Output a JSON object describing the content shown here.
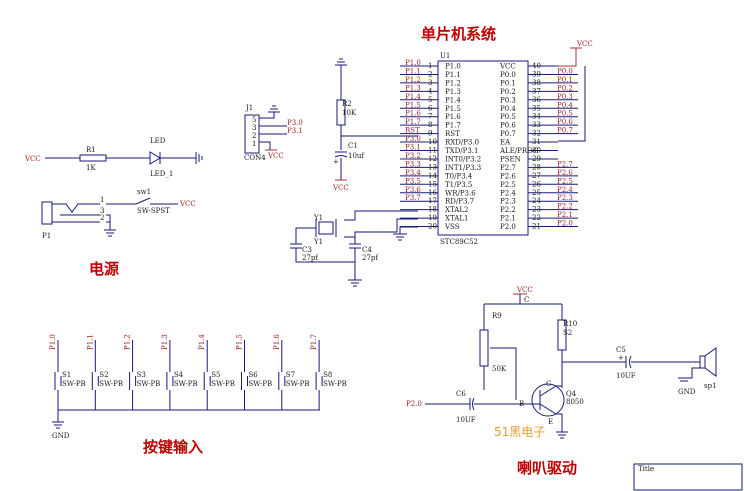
{
  "sections": {
    "mcu": "单片机系统",
    "power": "电源",
    "keys": "按键输入",
    "speaker": "喇叭驱动"
  },
  "watermark": "51黑电子",
  "labels": {
    "vcc": "VCC",
    "gnd": "GND",
    "p20": "P2.0",
    "node_b": "B",
    "node_c": "C",
    "node_e": "E"
  },
  "mcu": {
    "ref": "U1",
    "part": "STC89C52",
    "left_pins": [
      {
        "net": "P1.0",
        "num": "1",
        "name": "P1.0"
      },
      {
        "net": "P1.1",
        "num": "2",
        "name": "P1.1"
      },
      {
        "net": "P1.2",
        "num": "3",
        "name": "P1.2"
      },
      {
        "net": "P1.3",
        "num": "4",
        "name": "P1.3"
      },
      {
        "net": "P1.4",
        "num": "5",
        "name": "P1.4"
      },
      {
        "net": "P1.5",
        "num": "6",
        "name": "P1.5"
      },
      {
        "net": "P1.6",
        "num": "7",
        "name": "P1.6"
      },
      {
        "net": "P1.7",
        "num": "8",
        "name": "P1.7"
      },
      {
        "net": "RST",
        "num": "9",
        "name": "RST"
      },
      {
        "net": "P3.0",
        "num": "10",
        "name": "RXD/P3.0"
      },
      {
        "net": "P3.1",
        "num": "11",
        "name": "TXD/P3.1"
      },
      {
        "net": "P3.2",
        "num": "12",
        "name": "INT0/P3.2"
      },
      {
        "net": "P3.3",
        "num": "13",
        "name": "INT1/P3.3"
      },
      {
        "net": "P3.4",
        "num": "14",
        "name": "T0/P3.4"
      },
      {
        "net": "P3.5",
        "num": "15",
        "name": "T1/P3.5"
      },
      {
        "net": "P3.6",
        "num": "16",
        "name": "WR/P3.6"
      },
      {
        "net": "P3.7",
        "num": "17",
        "name": "RD/P3.7"
      },
      {
        "net": "",
        "num": "18",
        "name": "XTAL2"
      },
      {
        "net": "",
        "num": "19",
        "name": "XTAL1"
      },
      {
        "net": "",
        "num": "20",
        "name": "VSS"
      }
    ],
    "right_pins": [
      {
        "net": "",
        "num": "40",
        "name": "VCC"
      },
      {
        "net": "P0.0",
        "num": "39",
        "name": "P0.0"
      },
      {
        "net": "P0.1",
        "num": "38",
        "name": "P0.1"
      },
      {
        "net": "P0.2",
        "num": "37",
        "name": "P0.2"
      },
      {
        "net": "P0.3",
        "num": "36",
        "name": "P0.3"
      },
      {
        "net": "P0.4",
        "num": "35",
        "name": "P0.4"
      },
      {
        "net": "P0.5",
        "num": "34",
        "name": "P0.5"
      },
      {
        "net": "P0.6",
        "num": "33",
        "name": "P0.6"
      },
      {
        "net": "P0.7",
        "num": "32",
        "name": "P0.7"
      },
      {
        "net": "",
        "num": "31",
        "name": "EA"
      },
      {
        "net": "",
        "num": "30",
        "name": "ALE/PROG"
      },
      {
        "net": "",
        "num": "29",
        "name": "PSEN"
      },
      {
        "net": "P2.7",
        "num": "28",
        "name": "P2.7"
      },
      {
        "net": "P2.6",
        "num": "27",
        "name": "P2.6"
      },
      {
        "net": "P2.5",
        "num": "26",
        "name": "P2.5"
      },
      {
        "net": "P2.4",
        "num": "25",
        "name": "P2.4"
      },
      {
        "net": "P2.3",
        "num": "24",
        "name": "P2.3"
      },
      {
        "net": "P2.2",
        "num": "23",
        "name": "P2.2"
      },
      {
        "net": "P2.1",
        "num": "22",
        "name": "P2.1"
      },
      {
        "net": "P2.0",
        "num": "21",
        "name": "P2.0"
      }
    ]
  },
  "parts": {
    "r1": {
      "ref": "R1",
      "value": "1K"
    },
    "r2": {
      "ref": "R2",
      "value": "10K"
    },
    "c1": {
      "ref": "C1",
      "value": "10uf"
    },
    "y1": {
      "ref": "Y1"
    },
    "c3": {
      "ref": "C3",
      "value": "27pf"
    },
    "c4": {
      "ref": "C4",
      "value": "27pf"
    },
    "j1": {
      "ref": "J1",
      "value": "CON4",
      "pin3": "P3.0",
      "pin2": "P3.1"
    },
    "led": {
      "ref": "LED",
      "value": "LED_1"
    },
    "sw1": {
      "ref": "sw1",
      "value": "SW-SPST"
    },
    "p1": {
      "ref": "P1"
    },
    "r9": {
      "ref": "R9",
      "value": "50K"
    },
    "r10": {
      "ref": "R10",
      "value": "S2"
    },
    "c5": {
      "ref": "C5",
      "value": "10UF"
    },
    "c6": {
      "ref": "C6",
      "value": "10UF"
    },
    "q4": {
      "ref": "Q4",
      "value": "8050"
    },
    "sp1": {
      "ref": "sp1"
    }
  },
  "keys": [
    {
      "ref": "S1",
      "net": "P1.0",
      "type": "SW-PB"
    },
    {
      "ref": "S2",
      "net": "P1.1",
      "type": "SW-PB"
    },
    {
      "ref": "S3",
      "net": "P1.2",
      "type": "SW-PB"
    },
    {
      "ref": "S4",
      "net": "P1.3",
      "type": "SW-PB"
    },
    {
      "ref": "S5",
      "net": "P1.4",
      "type": "SW-PB"
    },
    {
      "ref": "S6",
      "net": "P1.5",
      "type": "SW-PB"
    },
    {
      "ref": "S7",
      "net": "P1.6",
      "type": "SW-PB"
    },
    {
      "ref": "S8",
      "net": "P1.7",
      "type": "SW-PB"
    }
  ],
  "title_block": {
    "label": "Title"
  }
}
